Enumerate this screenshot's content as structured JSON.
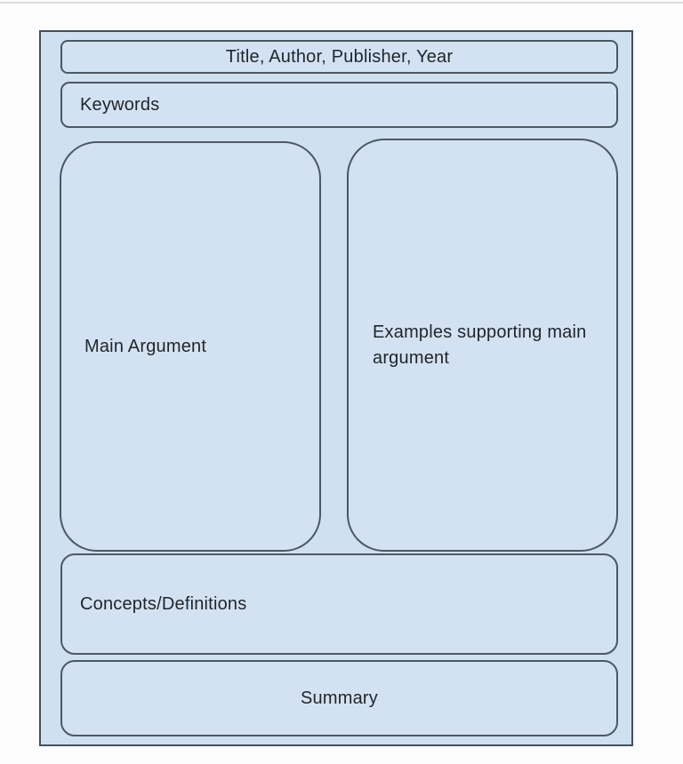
{
  "diagram": {
    "title_box": {
      "label": "Title, Author, Publisher, Year"
    },
    "keywords_box": {
      "label": "Keywords"
    },
    "main_argument_box": {
      "label": "Main Argument"
    },
    "examples_box": {
      "label": "Examples supporting main argument"
    },
    "concepts_box": {
      "label": "Concepts/Definitions"
    },
    "summary_box": {
      "label": "Summary"
    }
  },
  "colors": {
    "box_fill": "#d3e2f2",
    "frame_fill": "#cfe0f1",
    "border": "#4c5864",
    "text": "#20262c",
    "page_background": "#fdfdfd"
  }
}
